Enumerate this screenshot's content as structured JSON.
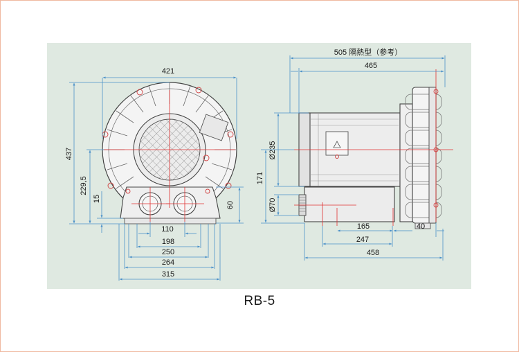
{
  "model_caption": "RB-5",
  "colors": {
    "panel_bg": "#dfe9e1",
    "dimension_lines": "#4a90c8",
    "center_lines": "#e03030",
    "outline": "#444444"
  },
  "front_view": {
    "width_overall": "421",
    "height_overall": "437",
    "center_height": "229,5",
    "base_offset": "15",
    "port_height": "60",
    "port_spacing": "110",
    "dims_198": "198",
    "dims_250": "250",
    "dims_264": "264",
    "dims_315": "315"
  },
  "side_view": {
    "length_heat_insulated": "505 隔熱型（参考）",
    "length_465": "465",
    "motor_diameter": "Ø235",
    "motor_center_height": "171",
    "port_diameter": "Ø70",
    "dim_165": "165",
    "dim_40": "40",
    "dim_247": "247",
    "dim_458": "458"
  }
}
